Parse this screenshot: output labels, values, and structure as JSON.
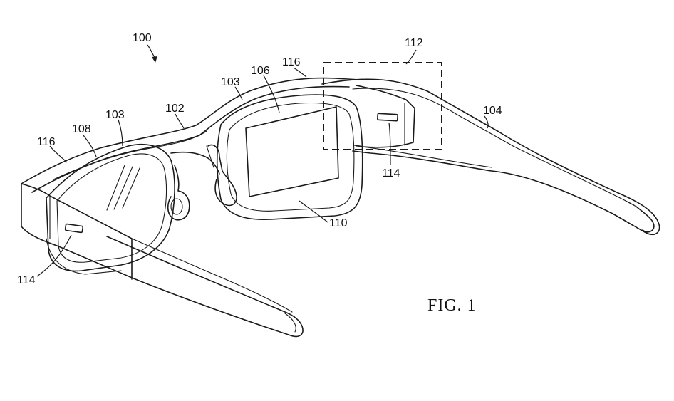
{
  "figure": {
    "caption": "FIG. 1",
    "reference_numerals": {
      "glasses": "100",
      "frame_front": "102",
      "rim_left": "103",
      "rim_right": "103",
      "right_temple": "104",
      "display_region": "106",
      "left_lens": "108",
      "right_lens": "110",
      "detail_box": "112",
      "sensor_left": "114",
      "sensor_right": "114",
      "edge_left": "116",
      "edge_right": "116"
    }
  }
}
